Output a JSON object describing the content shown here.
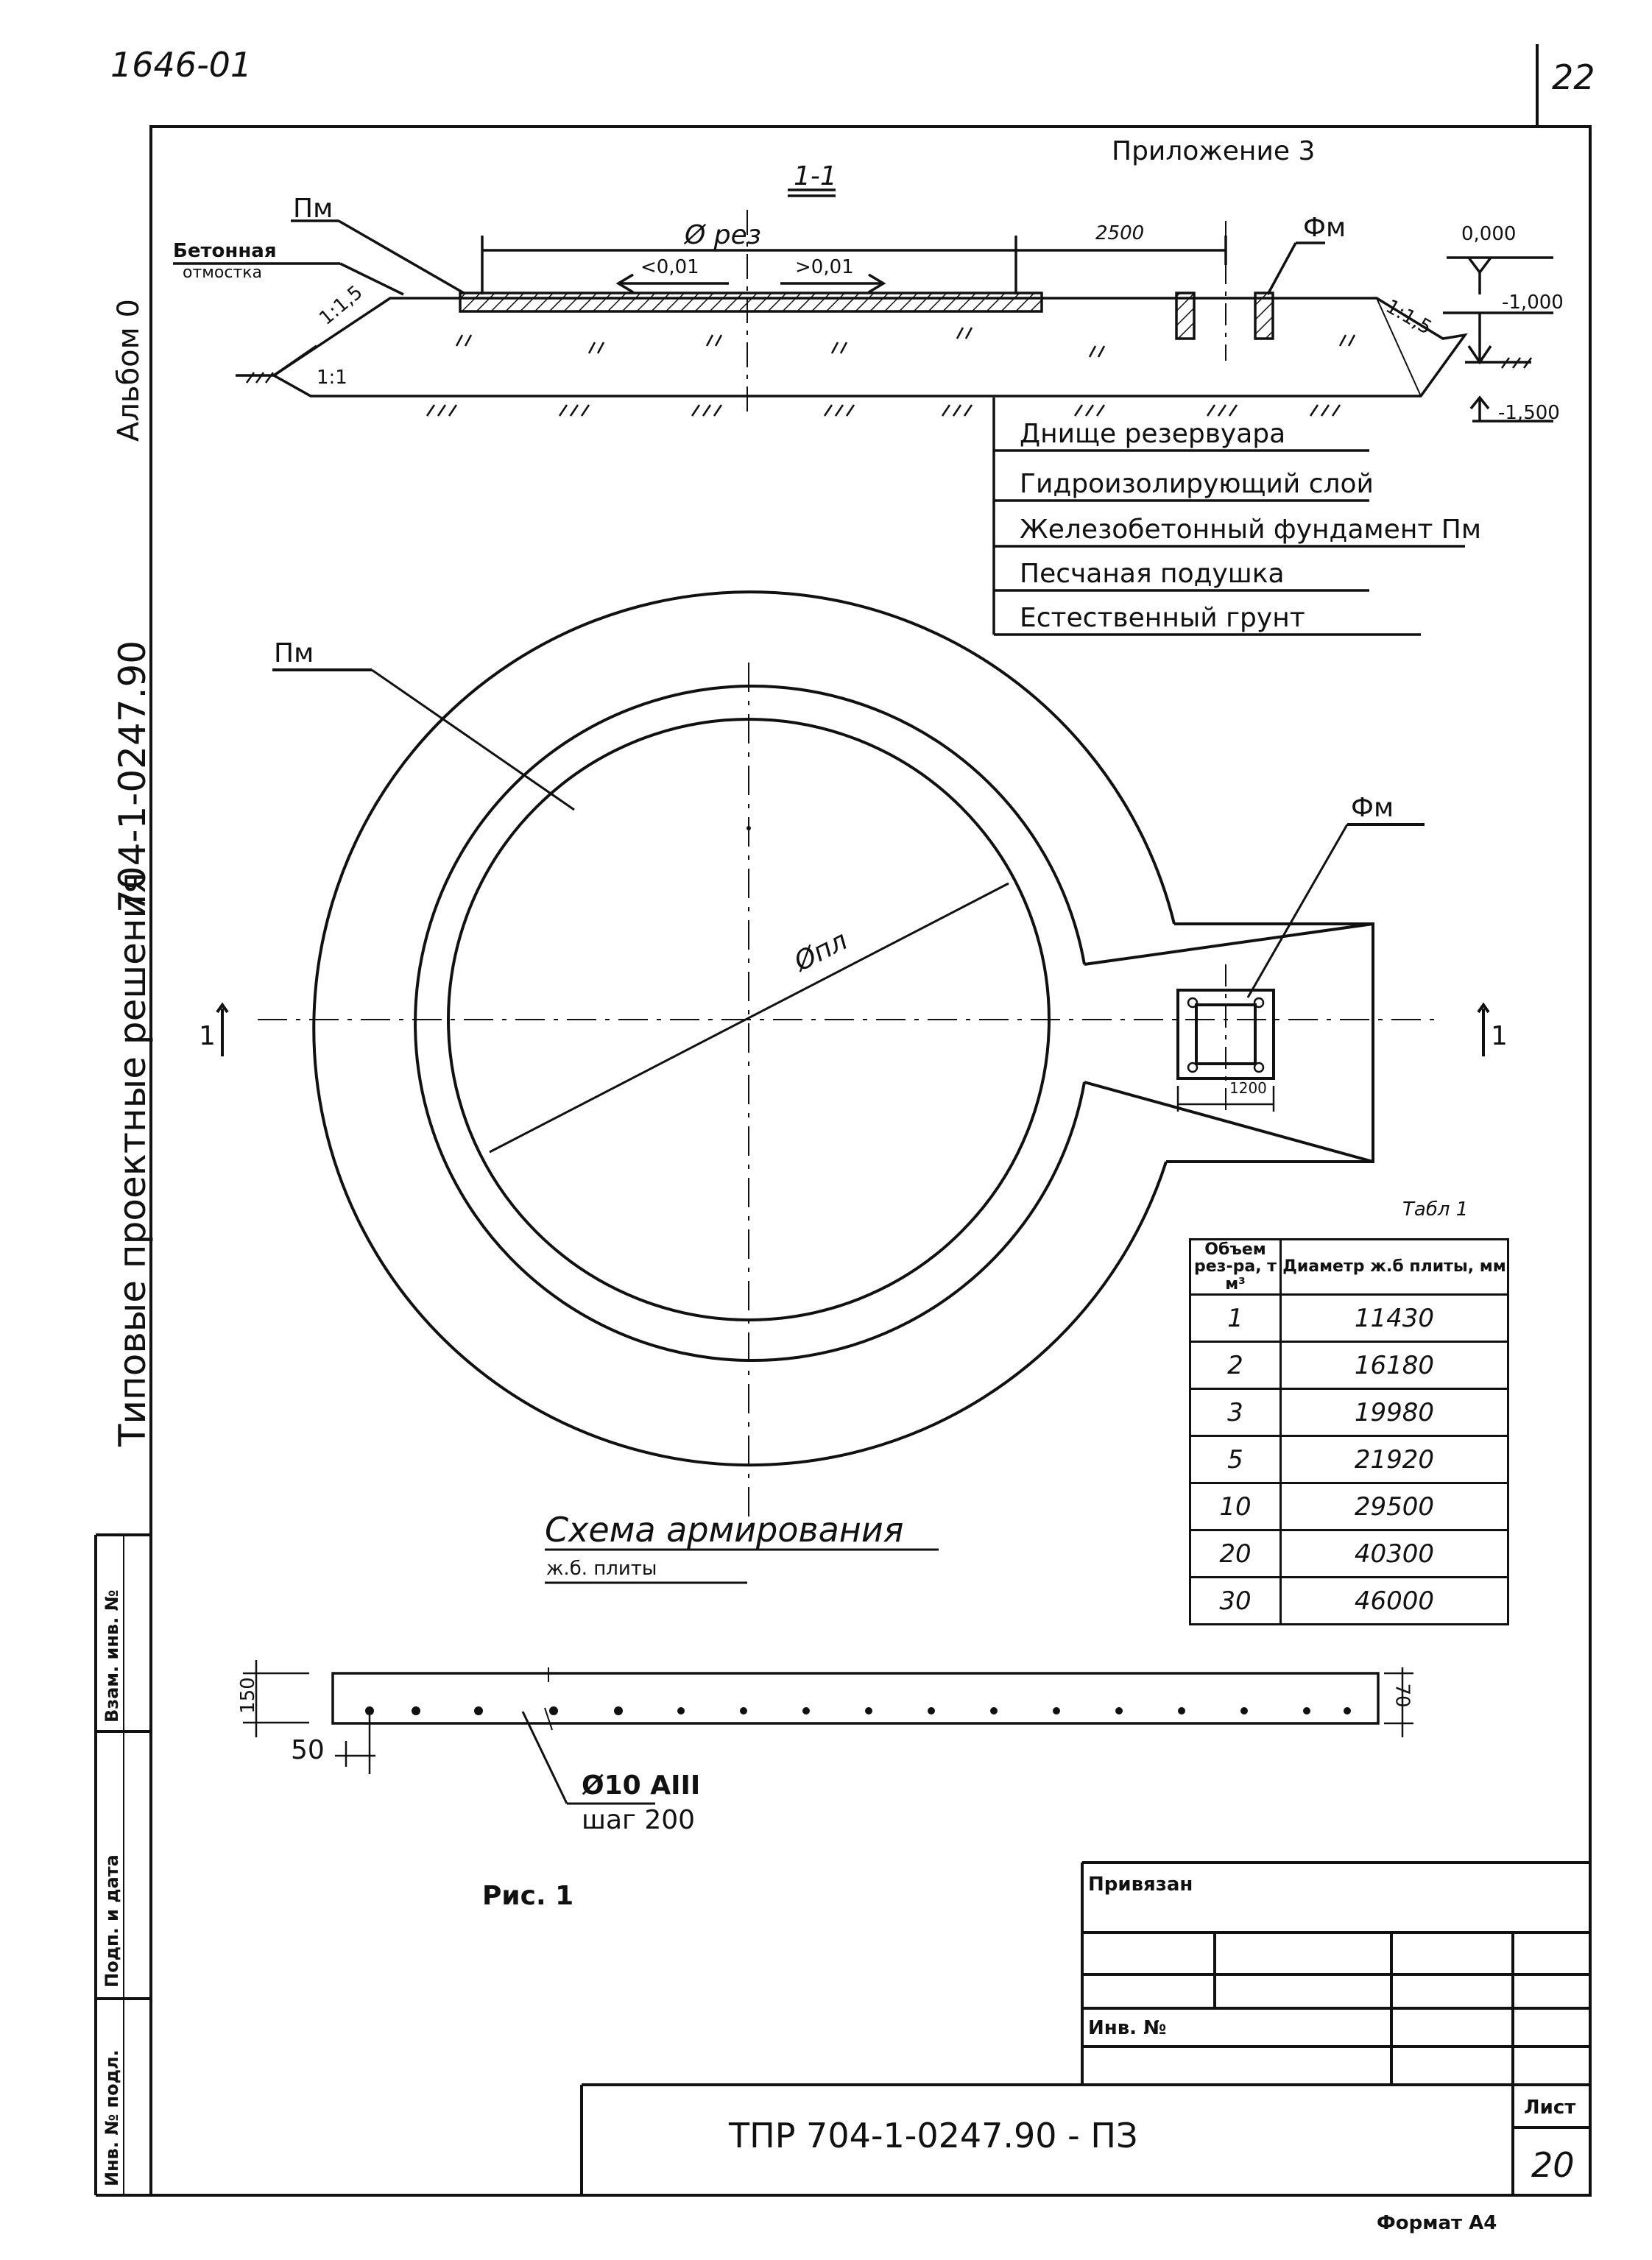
{
  "header": {
    "doc_code": "1646-01",
    "sheet_number": "22",
    "appendix": "Приложение 3"
  },
  "left_margin": {
    "series_title": "Типовые проектные решения",
    "series_number": "704-1-0247.90",
    "album": "Альбом 0",
    "stamp_cells": [
      "Взам. инв. №",
      "Подп. и дата",
      "Инв. № подл."
    ]
  },
  "section": {
    "title": "1-1",
    "labels": {
      "pm_top": "Пм",
      "concrete_blind_area_line1": "Бетонная",
      "concrete_blind_area_line2": "отмостка",
      "diameter": "Ø рез",
      "dim_2500": "2500",
      "fm": "Фм",
      "slope_left_upper": "1:1,5",
      "slope_left_lower": "1:1",
      "slope_right": "1:1,5",
      "slope_inner_left": "<0,01",
      "slope_inner_right": ">0,01",
      "elev_0": "0,000",
      "elev_minus1": "-1,000",
      "elev_minus15": "-1,500"
    },
    "layers": [
      "Днище резервуара",
      "Гидроизолирующий слой",
      "Железобетонный фундамент Пм",
      "Песчаная подушка",
      "Естественный грунт"
    ]
  },
  "plan": {
    "pm_label": "Пм",
    "fm_label": "Фм",
    "dia_label": "Øпл",
    "dim_1200": "1200",
    "section_mark_left": "1",
    "section_mark_right": "1"
  },
  "table": {
    "caption": "Табл 1",
    "col1_header": "Объем рез-ра, т м³",
    "col2_header": "Диаметр ж.б плиты, мм",
    "rows": [
      [
        "1",
        "11430"
      ],
      [
        "2",
        "16180"
      ],
      [
        "3",
        "19980"
      ],
      [
        "5",
        "21920"
      ],
      [
        "10",
        "29500"
      ],
      [
        "20",
        "40300"
      ],
      [
        "30",
        "46000"
      ]
    ]
  },
  "reinforcement": {
    "title": "Схема армирования",
    "subtitle": "ж.б. плиты",
    "dim_150": "150",
    "dim_50": "50",
    "dim_70": "70",
    "bar": "Ø10 AIII",
    "step": "шаг 200",
    "figure": "Рис. 1"
  },
  "title_block": {
    "attached": "Привязан",
    "inv_no": "Инв. №",
    "doc_title": "ТПР 704-1-0247.90 - ПЗ",
    "sheet_label": "Лист",
    "sheet_value": "20",
    "format": "Формат А4"
  }
}
